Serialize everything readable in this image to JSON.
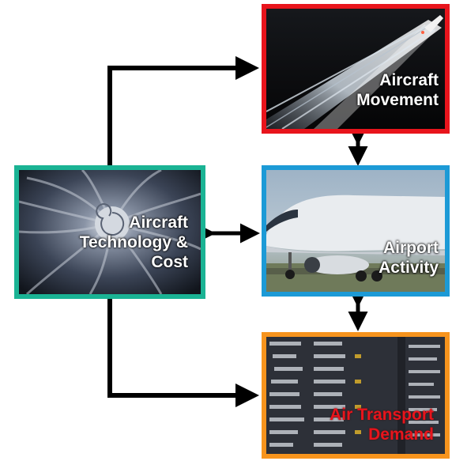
{
  "colors": {
    "movement_border": "#e8141c",
    "activity_border": "#1c9ad6",
    "technology_border": "#1ab394",
    "demand_border": "#f7941d",
    "demand_label": "#e8141c",
    "arrow": "#000000"
  },
  "nodes": {
    "aircraft_movement": {
      "label": "Aircraft\nMovement",
      "image": "contrail-rocket-photo"
    },
    "airport_activity": {
      "label": "Airport\nActivity",
      "image": "a380-aircraft-photo"
    },
    "aircraft_technology": {
      "label": "Aircraft\nTechnology &\nCost",
      "image": "jet-engine-fan-photo"
    },
    "air_transport_demand": {
      "label": "Air Transport\nDemand",
      "image": "departure-board-photo"
    }
  },
  "edges": [
    {
      "from": "aircraft_technology",
      "to": "aircraft_movement",
      "direction": "one-way"
    },
    {
      "from": "aircraft_technology",
      "to": "airport_activity",
      "direction": "two-way"
    },
    {
      "from": "aircraft_technology",
      "to": "air_transport_demand",
      "direction": "one-way"
    },
    {
      "from": "aircraft_movement",
      "to": "airport_activity",
      "direction": "two-way"
    },
    {
      "from": "airport_activity",
      "to": "air_transport_demand",
      "direction": "two-way"
    }
  ]
}
